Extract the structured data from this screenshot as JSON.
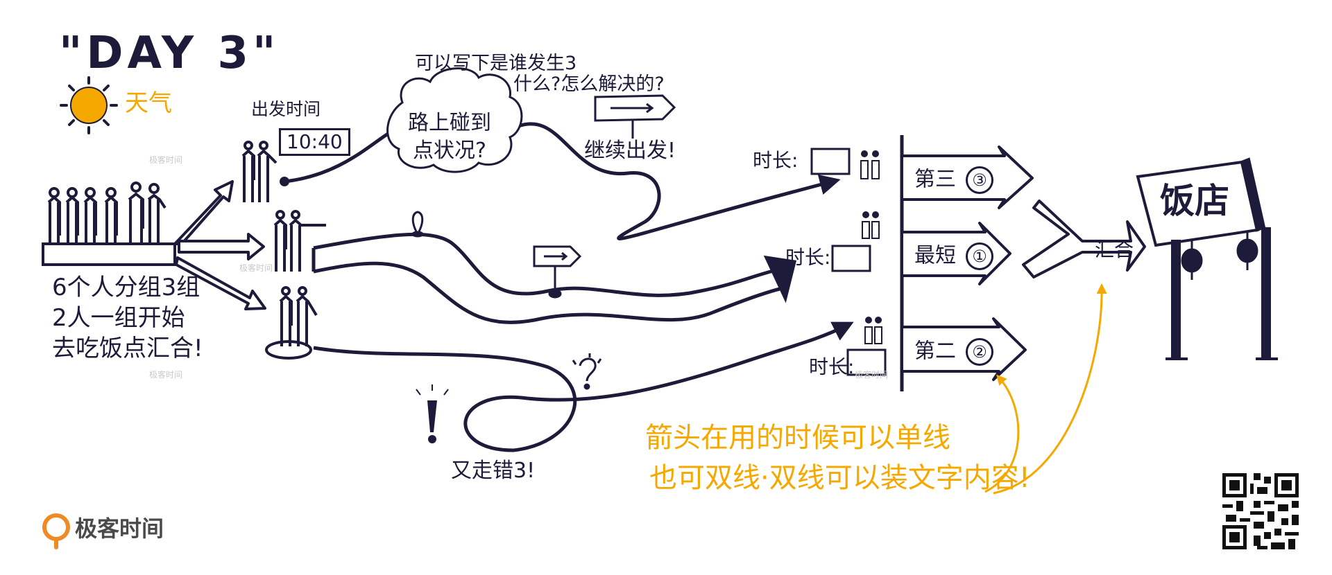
{
  "title": "\"DAY 3\"",
  "weather": "天气",
  "departure": {
    "label": "出发时间",
    "time": "10:40"
  },
  "intro_lines": [
    "6个人分组3组",
    "2人一组开始",
    "去吃饭点汇合!"
  ],
  "question": {
    "line1": "可以写下是谁发生3",
    "line2": "什么?怎么解决的?"
  },
  "cloud": {
    "line1": "路上碰到",
    "line2": "点状况?"
  },
  "continue_text": "继续出发!",
  "wrong_text": "又走错3!",
  "time_labels": [
    "时长:",
    "时长:",
    "时长:"
  ],
  "routes": [
    {
      "label": "第三",
      "rank": "③"
    },
    {
      "label": "最短",
      "rank": "①"
    },
    {
      "label": "第二",
      "rank": "②"
    }
  ],
  "merge_label": "汇合",
  "destination": "饭店",
  "note_lines": [
    "箭头在用的时候可以单线",
    "也可双线·双线可以装文字内容!"
  ],
  "logo_text": "极客时间",
  "watermark": "极客时间",
  "colors": {
    "ink": "#1d1b3a",
    "accent": "#f5a800",
    "logo": "#f08a24"
  },
  "icons": [
    "sun-icon",
    "person-icon",
    "location-pin-icon",
    "signpost-icon",
    "exclamation-icon",
    "question-icon",
    "lantern-icon",
    "qr-code-icon",
    "logo-icon"
  ]
}
